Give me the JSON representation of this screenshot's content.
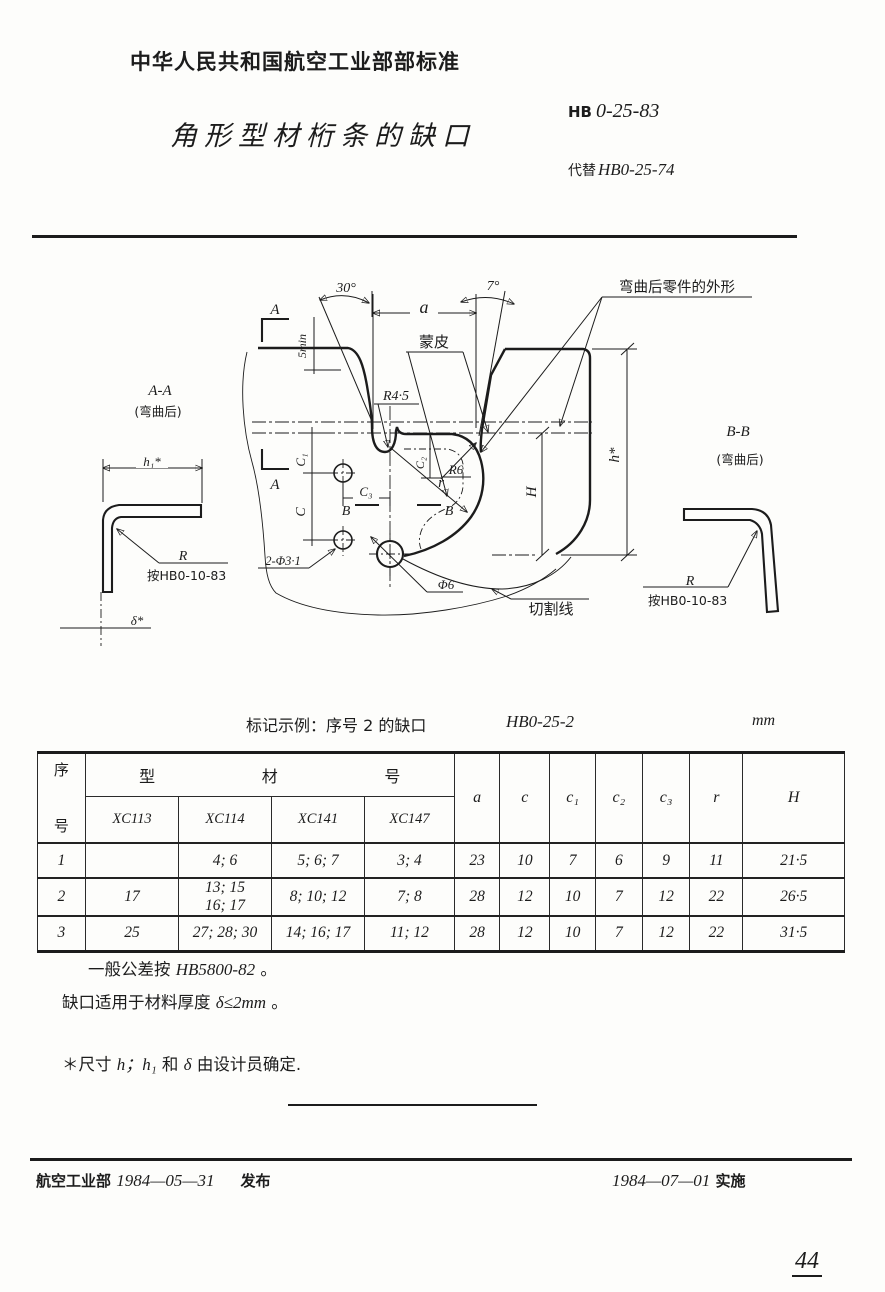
{
  "colors": {
    "ink": "#1c1c1c",
    "paper": "#fdfdfb"
  },
  "header": {
    "standard_org": "中华人民共和国航空工业部部标准",
    "title": "角形型材桁条的缺口",
    "standard_no_prefix": "HB",
    "standard_no": "0-25-83",
    "replaces_label": "代替",
    "replaces_no": "HB0-25-74"
  },
  "drawing": {
    "labels": {
      "angle_left": "30°",
      "angle_right": "7°",
      "dim_a": "a",
      "min5": "5min",
      "skin": "蒙皮",
      "r45": "R4·5",
      "c1": "C₁",
      "c": "C",
      "c2": "C₂",
      "c3": "C₃",
      "r6": "R6",
      "r": "r",
      "holes": "2-Φ3·1",
      "hole6": "Φ6",
      "cut": "切割线",
      "H": "H",
      "h": "h*",
      "outline": "弯曲后零件的外形",
      "secA": "A",
      "secB": "B",
      "aa_title": "A-A",
      "aa_sub": "(弯曲后)",
      "h1": "h₁*",
      "R": "R",
      "r_note": "按HB0-10-83",
      "delta": "δ*",
      "bb_title": "B-B",
      "bb_sub": "(弯曲后)"
    }
  },
  "marking_example": {
    "label": "标记示例：序号 2 的缺口",
    "code": "HB0-25-2",
    "unit": "mm"
  },
  "table": {
    "seq_header_top": "序",
    "seq_header_bottom": "号",
    "group_chars": [
      "型",
      "材",
      "号"
    ],
    "profile_columns": [
      "XC113",
      "XC114",
      "XC141",
      "XC147"
    ],
    "dim_columns": [
      "a",
      "c",
      "c₁",
      "c₂",
      "c₃",
      "r",
      "H"
    ],
    "rows": [
      {
        "seq": "1",
        "xc113": "",
        "xc114": "4; 6",
        "xc141": "5; 6; 7",
        "xc147": "3; 4",
        "a": "23",
        "c": "10",
        "c1": "7",
        "c2": "6",
        "c3": "9",
        "r": "11",
        "H": "21·5"
      },
      {
        "seq": "2",
        "xc113": "17",
        "xc114": "13; 15\n16; 17",
        "xc141": "8; 10; 12",
        "xc147": "7; 8",
        "a": "28",
        "c": "12",
        "c1": "10",
        "c2": "7",
        "c3": "12",
        "r": "22",
        "H": "26·5"
      },
      {
        "seq": "3",
        "xc113": "25",
        "xc114": "27; 28; 30",
        "xc141": "14; 16; 17",
        "xc147": "11; 12",
        "a": "28",
        "c": "12",
        "c1": "10",
        "c2": "7",
        "c3": "12",
        "r": "22",
        "H": "31·5"
      }
    ]
  },
  "notes": {
    "n1_pre": "一般公差按 ",
    "n1_code": "HB5800-82",
    "n1_end": " 。",
    "n2_pre": "缺口适用于材料厚度 ",
    "n2_formula": "δ≤2mm",
    "n2_end": " 。"
  },
  "footnote": {
    "marker": "＊",
    "p1": "尺寸 ",
    "f1": "h；h₁",
    "p2": " 和 ",
    "f2": "δ",
    "p3": " 由设计员确定."
  },
  "footer": {
    "issuer": "航空工业部",
    "issue_date": "1984—05—31",
    "issue_label": "发布",
    "impl_date": "1984—07—01",
    "impl_label": "实施"
  },
  "page_number": "44"
}
